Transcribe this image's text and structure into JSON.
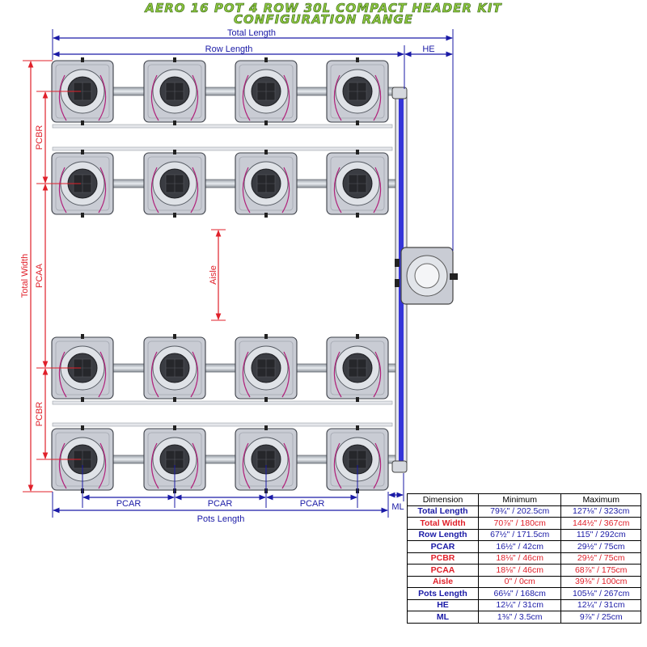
{
  "title": {
    "line1": "AERO 16 POT 4 ROW 30L COMPACT HEADER KIT",
    "line2": "CONFIGURATION RANGE"
  },
  "labels": {
    "total_length": "Total Length",
    "row_length": "Row Length",
    "he": "HE",
    "total_width": "Total Width",
    "pcbr": "PCBR",
    "pcaa": "PCAA",
    "aisle": "Aisle",
    "pcar": "PCAR",
    "pots_length": "Pots Length",
    "ml": "ML"
  },
  "colors": {
    "blue": "#1a1aa6",
    "red": "#e0202a",
    "title_green": "#8dc63f",
    "pot_grey": "#c9ccd4",
    "pipe_blue": "#3535d8"
  },
  "table": {
    "headers": [
      "Dimension",
      "Minimum",
      "Maximum"
    ],
    "rows": [
      {
        "name": "Total Length",
        "min": "79¾\" / 202.5cm",
        "max": "127⅛\" / 323cm",
        "color": "blue"
      },
      {
        "name": "Total Width",
        "min": "70⅞\" / 180cm",
        "max": "144½\" / 367cm",
        "color": "red"
      },
      {
        "name": "Row Length",
        "min": "67½\" / 171.5cm",
        "max": "115\" / 292cm",
        "color": "blue"
      },
      {
        "name": "PCAR",
        "min": "16½\" / 42cm",
        "max": "29½\" / 75cm",
        "color": "blue"
      },
      {
        "name": "PCBR",
        "min": "18⅛\" / 46cm",
        "max": "29½\" / 75cm",
        "color": "red"
      },
      {
        "name": "PCAA",
        "min": "18⅛\" / 46cm",
        "max": "68⅞\" / 175cm",
        "color": "red"
      },
      {
        "name": "Aisle",
        "min": "0\" / 0cm",
        "max": "39⅜\" / 100cm",
        "color": "red"
      },
      {
        "name": "Pots Length",
        "min": "66⅛\" / 168cm",
        "max": "105⅛\" / 267cm",
        "color": "blue"
      },
      {
        "name": "HE",
        "min": "12¼\" / 31cm",
        "max": "12¼\" / 31cm",
        "color": "blue"
      },
      {
        "name": "ML",
        "min": "1⅜\" / 3.5cm",
        "max": "9⅞\" / 25cm",
        "color": "blue"
      }
    ]
  }
}
